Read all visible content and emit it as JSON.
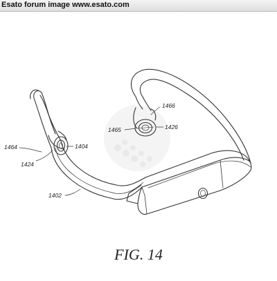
{
  "banner": {
    "text": "Esato forum image www.esato.com"
  },
  "figure": {
    "caption": "FIG. 14",
    "refs": {
      "r1466": "1466",
      "r1465": "1465",
      "r1426": "1426",
      "r1464": "1464",
      "r1404": "1404",
      "r1424": "1424",
      "r1402": "1402"
    }
  },
  "colors": {
    "line": "#333333",
    "watermark": "#e6e6e6"
  }
}
